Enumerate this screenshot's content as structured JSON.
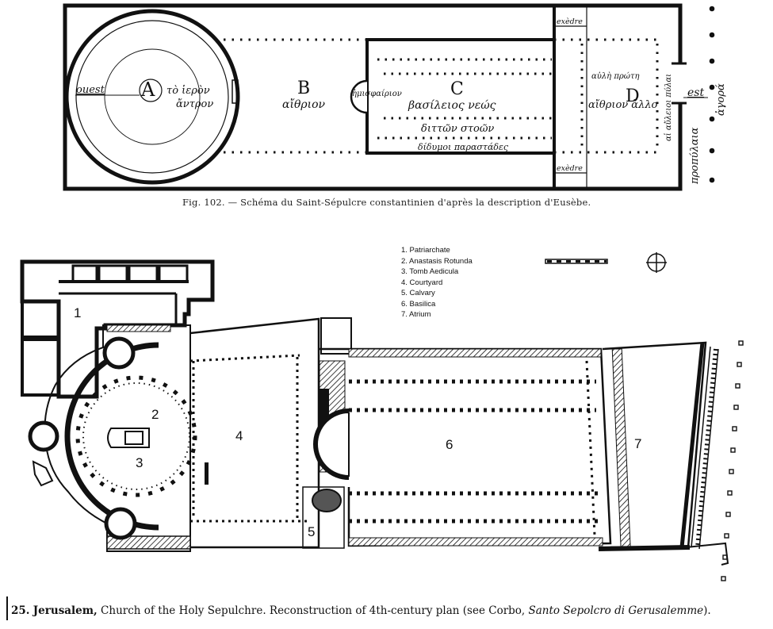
{
  "top_plan": {
    "letters": {
      "A": "A",
      "B": "B",
      "C": "C",
      "D": "D"
    },
    "labels": {
      "ouest": "ouest",
      "est": "est",
      "exedre_top": "exèdre",
      "exedre_bottom": "exèdre",
      "hiero_line1": "τὸ ἱερὸν",
      "hiero_line2": "ἄντρον",
      "aithrion_b": "αἴθριον",
      "hemisphairion": "ἡμισφαίριον",
      "basileios": "βασίλειος νεώς",
      "stoon": "διττῶν στοῶν",
      "parastades": "δίδυμοι παραστάδες",
      "aule_prote": "αὐλὴ πρώτη",
      "aithrion_allo": "αἴθριον ἄλλο",
      "aulioi_pylai": "αἱ αὔλειοι πύλαι",
      "propylaia": "προπύλαια",
      "agora": "ἀγορά"
    },
    "caption": "Fig. 102. — Schéma du Saint-Sépulcre constantinien d'après la description d'Eusèbe."
  },
  "bottom_plan": {
    "legend": [
      "1.  Patriarchate",
      "2.  Anastasis Rotunda",
      "3.  Tomb Aedicula",
      "4.  Courtyard",
      "5.  Calvary",
      "6.  Basilica",
      "7.  Atrium"
    ],
    "numbers": {
      "n1": "1",
      "n2": "2",
      "n3": "3",
      "n4": "4",
      "n5": "5",
      "n6": "6",
      "n7": "7"
    },
    "caption": {
      "number": "25.",
      "bold_part": "Jerusalem,",
      "main": " Church of the Holy Sepulchre. Reconstruction of 4th-century plan (see Corbo, ",
      "italic": "Santo Sepolcro di Gerusalemme",
      "end": ")."
    }
  }
}
